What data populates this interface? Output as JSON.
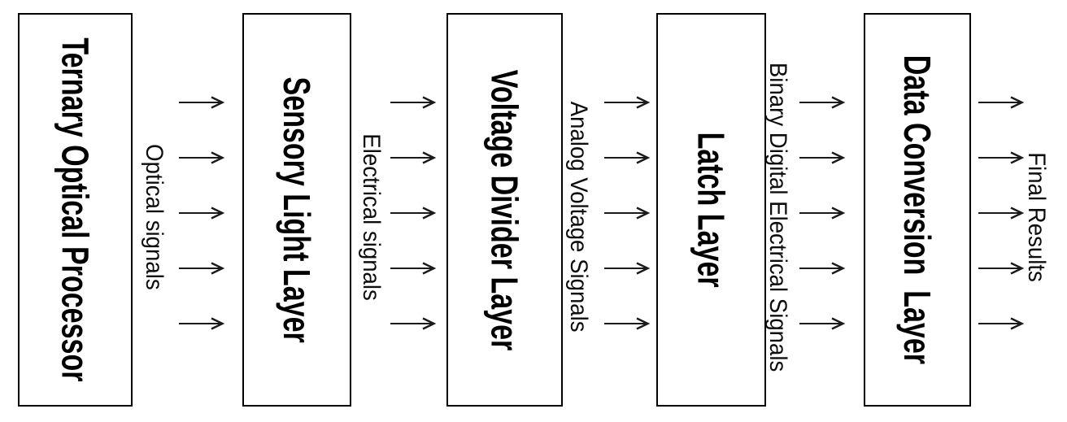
{
  "diagram": {
    "stages": [
      {
        "title": "Ternary Optical Processor"
      },
      {
        "title": "Sensory Light Layer"
      },
      {
        "title": "Voltage Divider Layer"
      },
      {
        "title": "Latch Layer"
      },
      {
        "title": "Data Conversion  Layer"
      }
    ],
    "flows": [
      {
        "label": "Optical signals",
        "arrows": 5,
        "label_side": "left"
      },
      {
        "label": "Electrical signals",
        "arrows": 5,
        "label_side": "left"
      },
      {
        "label": "Analog Voltage Signals",
        "arrows": 5,
        "label_side": "left"
      },
      {
        "label": "Binary Digital Electrical Signals",
        "arrows": 5,
        "label_side": "left"
      },
      {
        "label": "Final Results",
        "arrows": 5,
        "label_side": "right"
      }
    ],
    "colors": {
      "background": "#ffffff",
      "box_border": "#000000",
      "title_text": "#000000",
      "label_text": "#0d0d0d",
      "arrow_stroke": "#1a1a1a"
    }
  }
}
